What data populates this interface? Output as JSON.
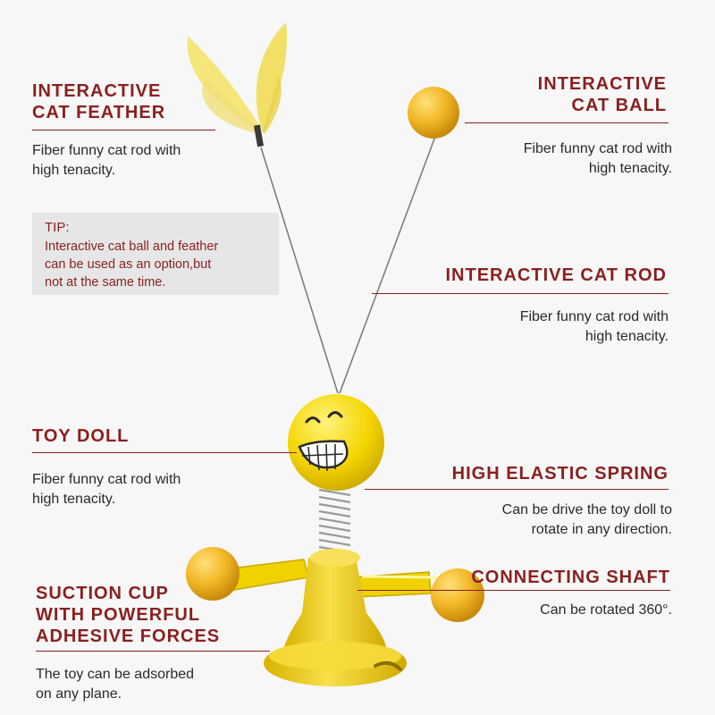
{
  "colors": {
    "heading": "#8b1f1f",
    "body_text": "#2a2a2a",
    "toy_yellow": "#f3d100",
    "ball_orange": "#f0b41e",
    "feather_yellow": "#f4e36b",
    "background": "#f7f7f7"
  },
  "features": {
    "feather": {
      "title": "INTERACTIVE\nCAT FEATHER",
      "text": "Fiber funny cat rod with\nhigh tenacity."
    },
    "ball": {
      "title": "INTERACTIVE\nCAT BALL",
      "text": "Fiber funny cat rod with\nhigh tenacity."
    },
    "rod": {
      "title": "INTERACTIVE CAT ROD",
      "text": "Fiber funny cat rod with\nhigh tenacity."
    },
    "doll": {
      "title": "TOY DOLL",
      "text": "Fiber funny cat rod with\nhigh tenacity."
    },
    "spring": {
      "title": "HIGH ELASTIC SPRING",
      "text": "Can be drive the toy doll to\nrotate in any direction."
    },
    "shaft": {
      "title": "CONNECTING SHAFT",
      "text": "Can be rotated 360°."
    },
    "suction": {
      "title": "SUCTION CUP\nWITH POWERFUL\nADHESIVE FORCES",
      "text": "The toy can be adsorbed\non any plane."
    }
  },
  "tip": {
    "title": "TIP:",
    "text": "Interactive cat ball and feather\ncan be used as an option,but\nnot at the same time."
  }
}
